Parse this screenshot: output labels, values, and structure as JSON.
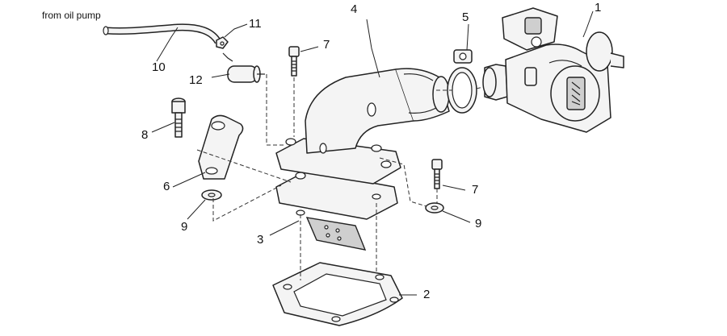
{
  "caption": "from oil pump",
  "labels": {
    "p1": "1",
    "p2": "2",
    "p3": "3",
    "p4": "4",
    "p5": "5",
    "p6": "6",
    "p7a": "7",
    "p7b": "7",
    "p8": "8",
    "p9a": "9",
    "p9b": "9",
    "p10": "10",
    "p11": "11",
    "p12": "12"
  }
}
